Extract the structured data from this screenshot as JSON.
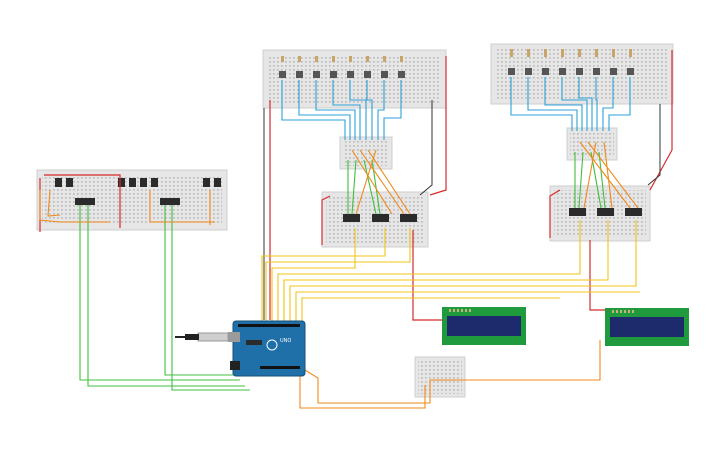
{
  "arduino": {
    "model_label": "UNO"
  },
  "components": {
    "breadboards": [
      "breadboard-mini-left",
      "breadboard-top-left",
      "breadboard-top-right",
      "breadboard-middle-left",
      "breadboard-middle-right",
      "breadboard-small-bottom"
    ],
    "lcds": [
      "lcd-left",
      "lcd-right"
    ],
    "shift_registers": 6,
    "decoders": 2
  },
  "colors": {
    "breadboard": "#e6e6e6",
    "breadboard_hole": "#a9a9a9",
    "arduino_board": "#1f6fa8",
    "lcd_frame": "#1f9a3c",
    "lcd_screen": "#1d2a6b",
    "wire_red": "#d62b2b",
    "wire_black": "#333333",
    "wire_blue": "#2ea1d8",
    "wire_yellow": "#f0c419",
    "wire_orange": "#f08a1c",
    "wire_green": "#3fbf3f",
    "chip": "#2b2b2b"
  }
}
